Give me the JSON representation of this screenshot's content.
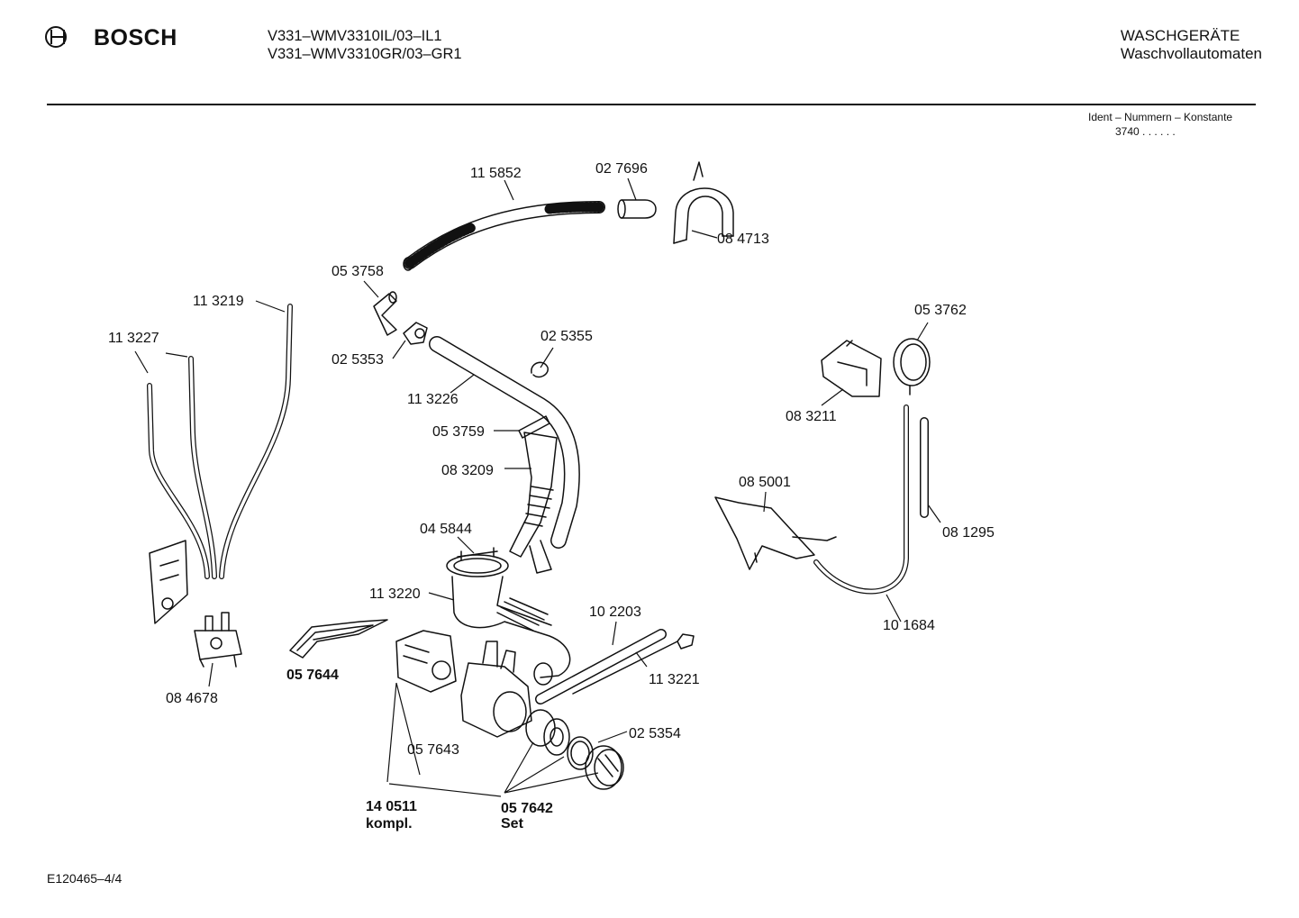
{
  "header": {
    "brand": "BOSCH",
    "logo_icon": "bosch-armature-icon",
    "model_line_1": "V331–WMV3310IL/03–IL1",
    "model_line_2": "V331–WMV3310GR/03–GR1",
    "category_line_1": "WASCHGERÄTE",
    "category_line_2": "Waschvollautomaten"
  },
  "ident": {
    "title": "Ident – Nummern – Konstante",
    "value": "3740 . . . . . ."
  },
  "diagram": {
    "labels": {
      "p115852": "11 5852",
      "p027696": "02 7696",
      "p084713": "08 4713",
      "p053758": "05 3758",
      "p113219": "11 3219",
      "p113227": "11 3227",
      "p025353": "02 5353",
      "p025355": "02 5355",
      "p113226": "11 3226",
      "p053759": "05 3759",
      "p083209": "08 3209",
      "p053762": "05 3762",
      "p083211": "08 3211",
      "p085001": "08 5001",
      "p081295": "08 1295",
      "p045844": "04 5844",
      "p113220": "11 3220",
      "p102203": "10 2203",
      "p101684": "10 1684",
      "p057644": "05 7644",
      "p113221": "11 3221",
      "p084678": "08 4678",
      "p057643": "05 7643",
      "p025354": "02 5354",
      "p140511": "14 0511",
      "kompl": "kompl.",
      "p057642": "05 7642",
      "set": "Set"
    }
  },
  "footer": {
    "doc_id": "E120465–4/4"
  }
}
